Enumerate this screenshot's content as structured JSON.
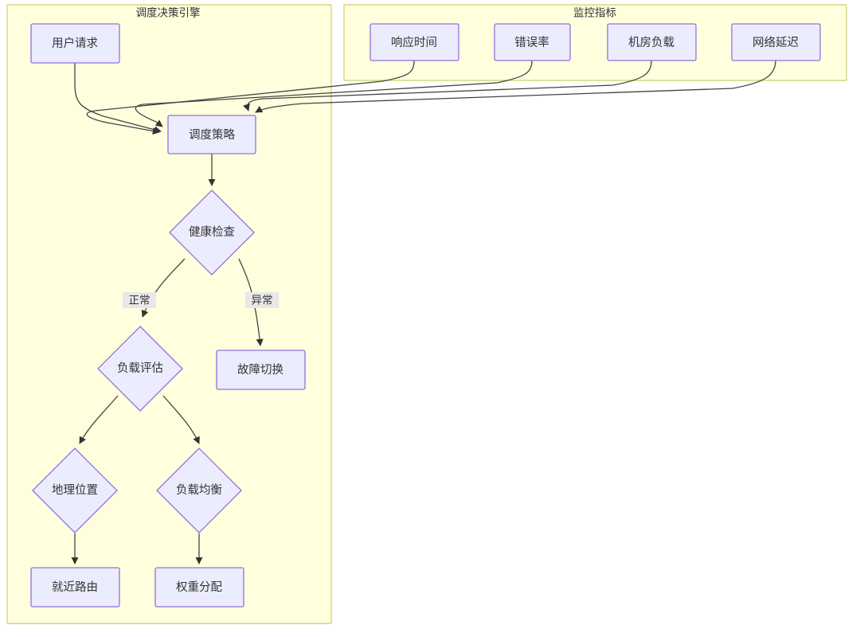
{
  "diagram": {
    "type": "flowchart",
    "title_hidden": "",
    "colors": {
      "cluster_fill": "#ffffde",
      "cluster_stroke": "#d6d67f",
      "node_fill": "#ececff",
      "node_stroke": "#9370db",
      "edge_stroke": "#444444",
      "text": "#333333",
      "edge_label_bg": "#e8e8e8"
    },
    "clusters": [
      {
        "id": "engine",
        "label": "调度决策引擎"
      },
      {
        "id": "metrics",
        "label": "监控指标"
      }
    ],
    "nodes": [
      {
        "id": "user_request",
        "label": "用户请求",
        "shape": "rect"
      },
      {
        "id": "schedule_policy",
        "label": "调度策略",
        "shape": "rect"
      },
      {
        "id": "health_check",
        "label": "健康检查",
        "shape": "diamond"
      },
      {
        "id": "failover",
        "label": "故障切换",
        "shape": "rect"
      },
      {
        "id": "load_eval",
        "label": "负载评估",
        "shape": "diamond"
      },
      {
        "id": "geo_location",
        "label": "地理位置",
        "shape": "diamond"
      },
      {
        "id": "load_balance",
        "label": "负载均衡",
        "shape": "diamond"
      },
      {
        "id": "nearest_route",
        "label": "就近路由",
        "shape": "rect"
      },
      {
        "id": "weight_alloc",
        "label": "权重分配",
        "shape": "rect"
      },
      {
        "id": "response_time",
        "label": "响应时间",
        "shape": "rect"
      },
      {
        "id": "error_rate",
        "label": "错误率",
        "shape": "rect"
      },
      {
        "id": "dc_load",
        "label": "机房负载",
        "shape": "rect"
      },
      {
        "id": "net_latency",
        "label": "网络延迟",
        "shape": "rect"
      }
    ],
    "edge_labels": [
      {
        "id": "normal",
        "label": "正常"
      },
      {
        "id": "abnormal",
        "label": "异常"
      }
    ],
    "edges": [
      {
        "from": "user_request",
        "to": "schedule_policy",
        "label": ""
      },
      {
        "from": "schedule_policy",
        "to": "health_check",
        "label": ""
      },
      {
        "from": "health_check",
        "to": "load_eval",
        "label": "正常"
      },
      {
        "from": "health_check",
        "to": "failover",
        "label": "异常"
      },
      {
        "from": "load_eval",
        "to": "geo_location",
        "label": ""
      },
      {
        "from": "load_eval",
        "to": "load_balance",
        "label": ""
      },
      {
        "from": "geo_location",
        "to": "nearest_route",
        "label": ""
      },
      {
        "from": "load_balance",
        "to": "weight_alloc",
        "label": ""
      },
      {
        "from": "response_time",
        "to": "schedule_policy",
        "label": ""
      },
      {
        "from": "error_rate",
        "to": "schedule_policy",
        "label": ""
      },
      {
        "from": "dc_load",
        "to": "schedule_policy",
        "label": ""
      },
      {
        "from": "net_latency",
        "to": "schedule_policy",
        "label": ""
      }
    ]
  }
}
